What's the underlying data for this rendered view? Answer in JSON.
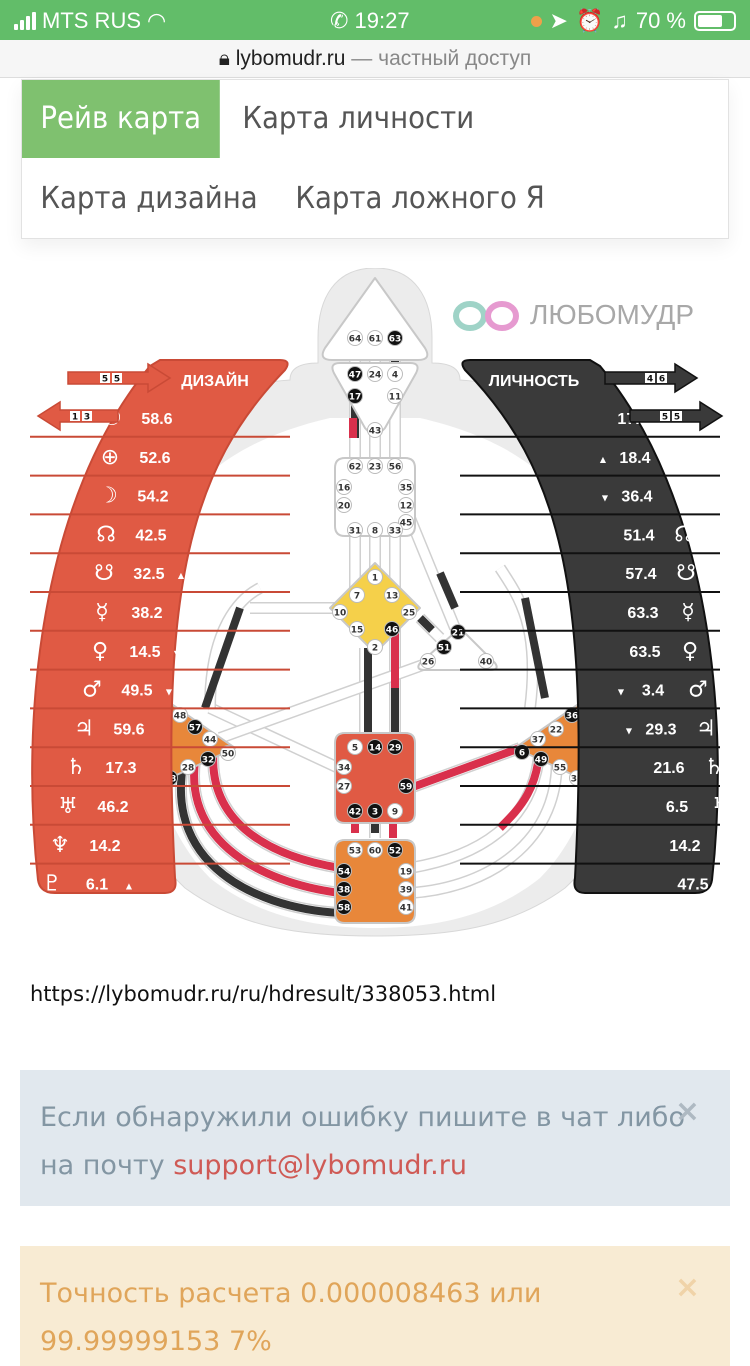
{
  "status_bar": {
    "carrier": "MTS RUS",
    "time": "19:27",
    "battery": "70 %",
    "battery_level": 0.7
  },
  "browser": {
    "domain": "lybomudr.ru",
    "suffix": " — частный доступ"
  },
  "tabs": [
    {
      "label": "Рейв карта",
      "active": true
    },
    {
      "label": "Карта личности",
      "active": false
    },
    {
      "label": "Карта дизайна",
      "active": false
    },
    {
      "label": "Карта ложного Я",
      "active": false
    }
  ],
  "bodygraph": {
    "logo": "ЛЮБОМУДР",
    "colors": {
      "design": "#e05a44",
      "personality": "#3a3a3a",
      "defined_yellow": "#f5d04a",
      "defined_orange": "#e8873a",
      "defined_red": "#e05a44",
      "channel_red": "#d9304c",
      "channel_black": "#333333"
    },
    "design": {
      "title": "ДИЗАЙН",
      "arrows": [
        {
          "dir": "right",
          "a": "5",
          "b": "5"
        },
        {
          "dir": "left",
          "a": "1",
          "b": "3"
        }
      ],
      "planets": [
        {
          "symbol": "☉",
          "value": "58.6",
          "mark": ""
        },
        {
          "symbol": "⊕",
          "value": "52.6",
          "mark": ""
        },
        {
          "symbol": "☽",
          "value": "54.2",
          "mark": ""
        },
        {
          "symbol": "☊",
          "value": "42.5",
          "mark": ""
        },
        {
          "symbol": "☋",
          "value": "32.5",
          "mark": "▲"
        },
        {
          "symbol": "☿",
          "value": "38.2",
          "mark": ""
        },
        {
          "symbol": "♀",
          "value": "14.5",
          "mark": "▼"
        },
        {
          "symbol": "♂",
          "value": "49.5",
          "mark": "▼"
        },
        {
          "symbol": "♃",
          "value": "59.6",
          "mark": ""
        },
        {
          "symbol": "♄",
          "value": "17.3",
          "mark": ""
        },
        {
          "symbol": "♅",
          "value": "46.2",
          "mark": ""
        },
        {
          "symbol": "♆",
          "value": "14.2",
          "mark": ""
        },
        {
          "symbol": "♇",
          "value": "6.1",
          "mark": "▲"
        }
      ]
    },
    "personality": {
      "title": "ЛИЧНОСТЬ",
      "arrows": [
        {
          "dir": "right",
          "a": "4",
          "b": "6"
        },
        {
          "dir": "right",
          "a": "5",
          "b": "5"
        }
      ],
      "planets": [
        {
          "symbol": "☉",
          "value": "17.4",
          "mark": ""
        },
        {
          "symbol": "⊕",
          "value": "18.4",
          "mark": "▲"
        },
        {
          "symbol": "☽",
          "value": "36.4",
          "mark": "▼"
        },
        {
          "symbol": "☊",
          "value": "51.4",
          "mark": ""
        },
        {
          "symbol": "☋",
          "value": "57.4",
          "mark": ""
        },
        {
          "symbol": "☿",
          "value": "63.3",
          "mark": ""
        },
        {
          "symbol": "♀",
          "value": "63.5",
          "mark": ""
        },
        {
          "symbol": "♂",
          "value": "3.4",
          "mark": "▼"
        },
        {
          "symbol": "♃",
          "value": "29.3",
          "mark": "▼"
        },
        {
          "symbol": "♄",
          "value": "21.6",
          "mark": ""
        },
        {
          "symbol": "♅",
          "value": "6.5",
          "mark": ""
        },
        {
          "symbol": "♆",
          "value": "14.2",
          "mark": ""
        },
        {
          "symbol": "♇",
          "value": "47.5",
          "mark": ""
        }
      ]
    },
    "centers": [
      {
        "name": "head",
        "fill": "#ffffff",
        "gates": [
          {
            "n": "64",
            "on": false
          },
          {
            "n": "61",
            "on": false
          },
          {
            "n": "63",
            "on": true
          }
        ]
      },
      {
        "name": "ajna",
        "fill": "#ffffff",
        "gates": [
          {
            "n": "47",
            "on": true
          },
          {
            "n": "24",
            "on": false
          },
          {
            "n": "4",
            "on": false
          },
          {
            "n": "17",
            "on": true
          },
          {
            "n": "11",
            "on": false
          },
          {
            "n": "43",
            "on": false
          }
        ]
      },
      {
        "name": "throat",
        "fill": "#ffffff",
        "gates": [
          {
            "n": "62",
            "on": false
          },
          {
            "n": "23",
            "on": false
          },
          {
            "n": "56",
            "on": false
          },
          {
            "n": "16",
            "on": false
          },
          {
            "n": "35",
            "on": false
          },
          {
            "n": "20",
            "on": false
          },
          {
            "n": "12",
            "on": false
          },
          {
            "n": "45",
            "on": false
          },
          {
            "n": "31",
            "on": false
          },
          {
            "n": "8",
            "on": false
          },
          {
            "n": "33",
            "on": false
          }
        ]
      },
      {
        "name": "g",
        "fill": "#f5d04a",
        "gates": [
          {
            "n": "1",
            "on": false
          },
          {
            "n": "7",
            "on": false
          },
          {
            "n": "13",
            "on": false
          },
          {
            "n": "10",
            "on": false
          },
          {
            "n": "25",
            "on": false
          },
          {
            "n": "15",
            "on": false
          },
          {
            "n": "46",
            "on": true
          },
          {
            "n": "2",
            "on": false
          }
        ]
      },
      {
        "name": "heart",
        "fill": "#ffffff",
        "gates": [
          {
            "n": "21",
            "on": true
          },
          {
            "n": "51",
            "on": true
          },
          {
            "n": "26",
            "on": false
          },
          {
            "n": "40",
            "on": false
          }
        ]
      },
      {
        "name": "spleen",
        "fill": "#e8873a",
        "gates": [
          {
            "n": "48",
            "on": false
          },
          {
            "n": "57",
            "on": true
          },
          {
            "n": "44",
            "on": false
          },
          {
            "n": "50",
            "on": false
          },
          {
            "n": "32",
            "on": true
          },
          {
            "n": "28",
            "on": false
          },
          {
            "n": "18",
            "on": true
          }
        ]
      },
      {
        "name": "solar-plexus",
        "fill": "#e8873a",
        "gates": [
          {
            "n": "36",
            "on": true
          },
          {
            "n": "22",
            "on": false
          },
          {
            "n": "37",
            "on": false
          },
          {
            "n": "6",
            "on": true
          },
          {
            "n": "49",
            "on": true
          },
          {
            "n": "55",
            "on": false
          },
          {
            "n": "30",
            "on": false
          }
        ]
      },
      {
        "name": "sacral",
        "fill": "#e05a44",
        "gates": [
          {
            "n": "5",
            "on": false
          },
          {
            "n": "14",
            "on": true
          },
          {
            "n": "29",
            "on": true
          },
          {
            "n": "34",
            "on": false
          },
          {
            "n": "27",
            "on": false
          },
          {
            "n": "59",
            "on": true
          },
          {
            "n": "42",
            "on": true
          },
          {
            "n": "3",
            "on": true
          },
          {
            "n": "9",
            "on": false
          }
        ]
      },
      {
        "name": "root",
        "fill": "#e8873a",
        "gates": [
          {
            "n": "53",
            "on": false
          },
          {
            "n": "60",
            "on": false
          },
          {
            "n": "52",
            "on": true
          },
          {
            "n": "54",
            "on": true
          },
          {
            "n": "19",
            "on": false
          },
          {
            "n": "38",
            "on": true
          },
          {
            "n": "39",
            "on": false
          },
          {
            "n": "58",
            "on": true
          },
          {
            "n": "41",
            "on": false
          }
        ]
      }
    ]
  },
  "result_link": "https://lybomudr.ru/ru/hdresult/338053.html",
  "alerts": [
    {
      "type": "info",
      "text": "Если обнаружили ошибку пишите в чат либо на почту ",
      "email": "support@lybomudr.ru",
      "close": "×"
    },
    {
      "type": "warning",
      "text": "Точность расчета 0.000008463 или 99.99999153 7%",
      "close": "×"
    }
  ]
}
